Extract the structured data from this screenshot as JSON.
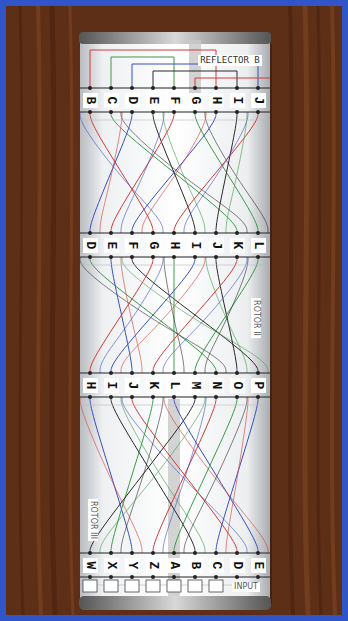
{
  "diagram": {
    "labels": [
      "REFLECTOR B",
      "B",
      "C",
      "D",
      "E",
      "F",
      "G",
      "H",
      "I",
      "J",
      "D",
      "E",
      "F",
      "G",
      "H",
      "I",
      "J",
      "K",
      "L",
      "ROTOR II",
      "H",
      "I",
      "J",
      "K",
      "L",
      "M",
      "N",
      "O",
      "P",
      "ROTOR III",
      "W",
      "X",
      "Y",
      "Z",
      "A",
      "B",
      "C",
      "D",
      "E",
      "INPUT"
    ]
  }
}
